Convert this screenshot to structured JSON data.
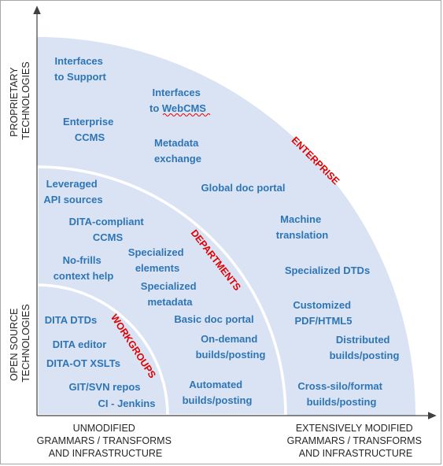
{
  "zones": {
    "enterprise": "ENTERPRISE",
    "departments": "DEPARTMENTS",
    "workgroups": "WORKGROUPS"
  },
  "y_axis": {
    "top": [
      "PROPRIETARY",
      "TECHNOLOGIES"
    ],
    "bottom": [
      "OPEN SOURCE",
      "TECHNOLOGIES"
    ]
  },
  "x_axis": {
    "left": [
      "UNMODIFIED",
      "GRAMMARS / TRANSFORMS",
      "AND INFRASTRUCTURE"
    ],
    "right": [
      "EXTENSIVELY MODIFIED",
      "GRAMMARS / TRANSFORMS",
      "AND INFRASTRUCTURE"
    ]
  },
  "items": {
    "interfaces_support": [
      "Interfaces",
      "to Support"
    ],
    "interfaces_webcms": [
      "Interfaces",
      "to WebCMS"
    ],
    "enterprise_ccms": [
      "Enterprise",
      "CCMS"
    ],
    "metadata_exchange": [
      "Metadata",
      "exchange"
    ],
    "global_doc_portal": [
      "Global doc portal"
    ],
    "machine_translation": [
      "Machine",
      "translation"
    ],
    "specialized_dtds": [
      "Specialized DTDs"
    ],
    "customized_pdf": [
      "Customized",
      "PDF/HTML5"
    ],
    "distributed_builds": [
      "Distributed",
      "builds/posting"
    ],
    "cross_silo": [
      "Cross-silo/format",
      "builds/posting"
    ],
    "leveraged_api": [
      "Leveraged",
      "API sources"
    ],
    "dita_compliant": [
      "DITA-compliant",
      "CCMS"
    ],
    "no_frills": [
      "No-frills",
      "context help"
    ],
    "specialized_elements": [
      "Specialized",
      "elements"
    ],
    "specialized_metadata": [
      "Specialized",
      "metadata"
    ],
    "basic_doc_portal": [
      "Basic doc portal"
    ],
    "on_demand": [
      "On-demand",
      "builds/posting"
    ],
    "automated": [
      "Automated",
      "builds/posting"
    ],
    "dita_dtds": [
      "DITA DTDs"
    ],
    "dita_editor": [
      "DITA editor"
    ],
    "dita_ot": [
      "DITA-OT XSLTs"
    ],
    "git_svn": [
      "GIT/SVN repos"
    ],
    "ci_jenkins": [
      "CI - Jenkins"
    ]
  },
  "colors": {
    "outer": "#dae3f3",
    "text": "#2e75b6",
    "zone": "#e00000"
  }
}
